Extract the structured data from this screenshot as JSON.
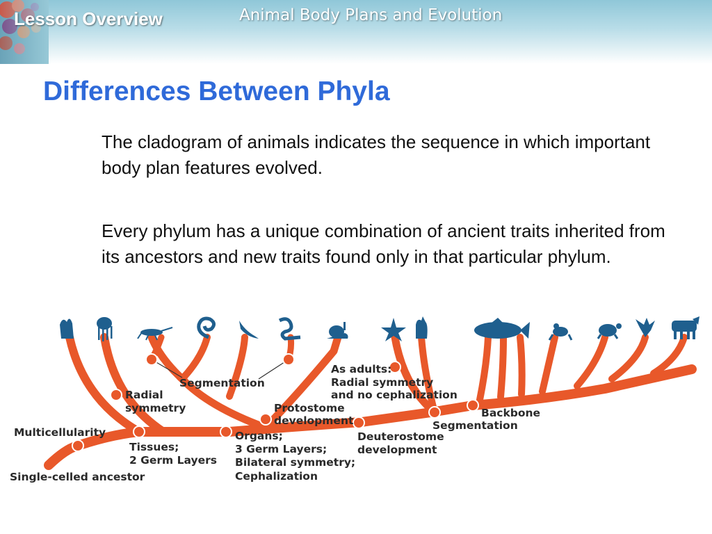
{
  "header": {
    "lesson_label": "Lesson Overview",
    "course_title": "Animal Body Plans and Evolution"
  },
  "slide": {
    "title": "Differences Between Phyla",
    "paragraphs": [
      "The cladogram of animals indicates the sequence in which important body plan features evolved.",
      "Every phylum has a unique combination of ancient traits inherited from its ancestors and new traits found only in that particular phylum."
    ]
  },
  "cladogram": {
    "branch_color": "#e8582a",
    "node_color": "#e8582a",
    "silhouette_color": "#1f5f8e",
    "labels": {
      "single_celled": "Single-celled ancestor",
      "multicellularity": "Multicellularity",
      "tissues_l1": "Tissues;",
      "tissues_l2": "2 Germ Layers",
      "radial_l1": "Radial",
      "radial_l2": "symmetry",
      "segmentation_proto": "Segmentation",
      "protostome_l1": "Protostome",
      "protostome_l2": "development",
      "organs_l1": "Organs;",
      "organs_l2": "3 Germ Layers;",
      "organs_l3": "Bilateral symmetry;",
      "organs_l4": "Cephalization",
      "adults_l1": "As adults:",
      "adults_l2": "Radial symmetry",
      "adults_l3": "and no cephalization",
      "deutero_l1": "Deuterostome",
      "deutero_l2": "development",
      "backbone": "Backbone",
      "segmentation_chordate": "Segmentation"
    },
    "silhouettes": [
      "sponge-icon",
      "jellyfish-icon",
      "arthropod-icon",
      "roundworm-icon",
      "flatworm-icon",
      "annelid-icon",
      "mollusk-icon",
      "sea-star-icon",
      "tunicate-icon",
      "fish-icon",
      "frog-icon",
      "turtle-icon",
      "bird-icon",
      "mammal-icon"
    ]
  }
}
